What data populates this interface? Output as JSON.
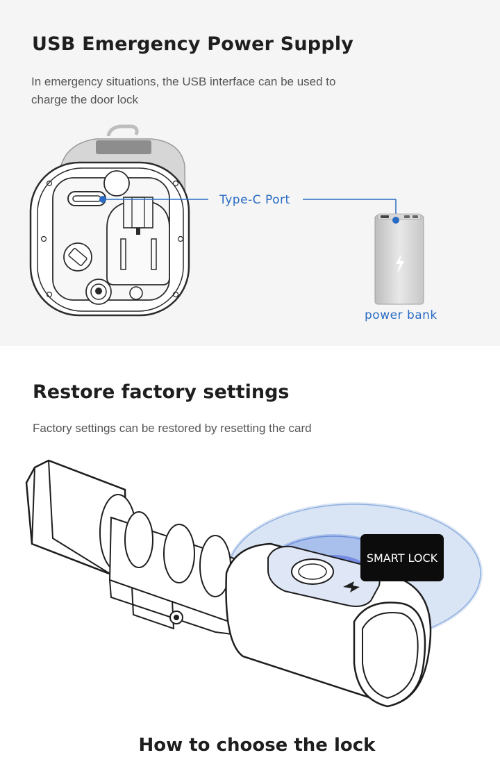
{
  "usb_section": {
    "title": "USB Emergency Power Supply",
    "description": "In emergency situations, the USB interface can be used to charge the door lock",
    "type_c_label": "Type-C Port",
    "power_bank_label": "power bank"
  },
  "restore_section": {
    "title": "Restore factory settings",
    "description": "Factory settings can be restored by resetting the card",
    "badge_label": "SMART LOCK"
  },
  "choose_section": {
    "title": "How to choose the lock"
  },
  "colors": {
    "accent_blue": "#2a6bc4",
    "background_gray": "#f5f5f5",
    "badge_black": "#0c0c0c"
  }
}
